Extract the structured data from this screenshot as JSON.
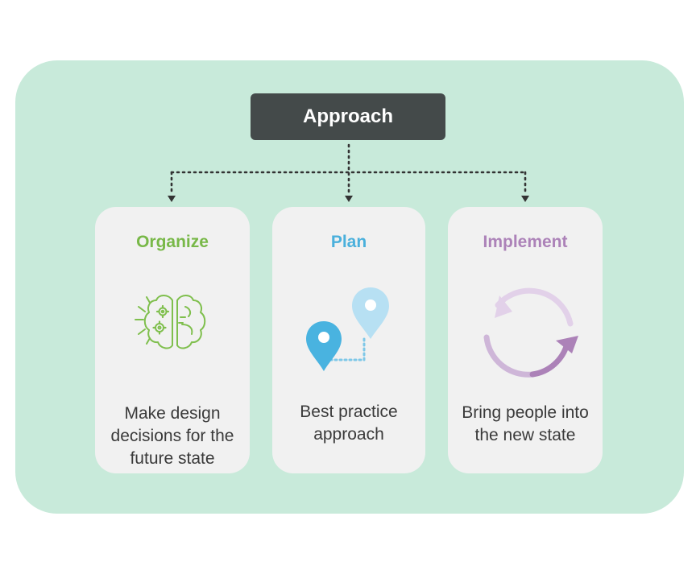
{
  "root": {
    "label": "Approach",
    "color": "#444a4a"
  },
  "panel_color": "#c8eada",
  "cards": [
    {
      "title": "Organize",
      "title_color": "#78b848",
      "icon": "brain-gears-icon",
      "text_lines": [
        "Make design",
        "decisions for the",
        "future state"
      ]
    },
    {
      "title": "Plan",
      "title_color": "#4ab0dc",
      "icon": "map-pins-route-icon",
      "text_lines": [
        "Best practice",
        "approach"
      ]
    },
    {
      "title": "Implement",
      "title_color": "#ac82b8",
      "icon": "cycle-arrows-icon",
      "text_lines": [
        "Bring people into",
        "the new state"
      ]
    }
  ]
}
